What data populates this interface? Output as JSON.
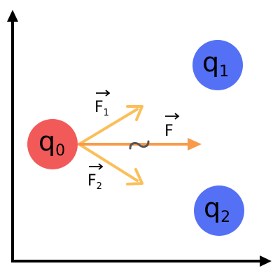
{
  "colors": {
    "axis": "#000000",
    "charge_q0": "#f25a5a",
    "charge_q1": "#5470f5",
    "charge_q2": "#5470f5",
    "force_components": "#fbbf5a",
    "force_resultant": "#f79a4a",
    "symbol": "#555555"
  },
  "charges": {
    "q0": {
      "letter": "q",
      "subscript": "0"
    },
    "q1": {
      "letter": "q",
      "subscript": "1"
    },
    "q2": {
      "letter": "q",
      "subscript": "2"
    }
  },
  "forces": {
    "F1": {
      "letter": "F",
      "subscript": "1"
    },
    "F2": {
      "letter": "F",
      "subscript": "2"
    },
    "F": {
      "letter": "F",
      "subscript": ""
    }
  },
  "icons": {
    "axes": "axes-arrows-icon",
    "similarity": "tilde-similar-icon",
    "vector_arrow": "vector-overarrow-icon"
  }
}
